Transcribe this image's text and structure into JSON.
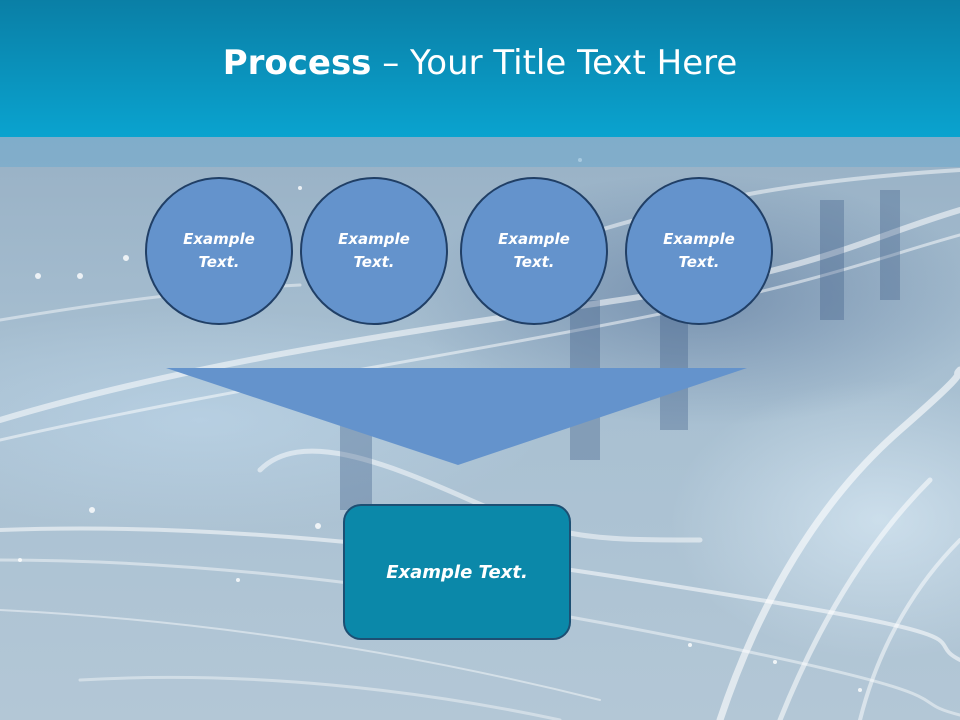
{
  "slide": {
    "title_bold": "Process",
    "title_rest": " – Your Title Text Here"
  },
  "process": {
    "steps": [
      {
        "line1": "Example",
        "line2": "Text."
      },
      {
        "line1": "Example",
        "line2": "Text."
      },
      {
        "line1": "Example",
        "line2": "Text."
      },
      {
        "line1": "Example",
        "line2": "Text."
      }
    ],
    "result": "Example Text."
  },
  "colors": {
    "header": "#0a9dc8",
    "circle_fill": "#6493cc",
    "circle_border": "#203f66",
    "funnel_fill": "#6493cc",
    "result_fill": "#0b88a9"
  }
}
